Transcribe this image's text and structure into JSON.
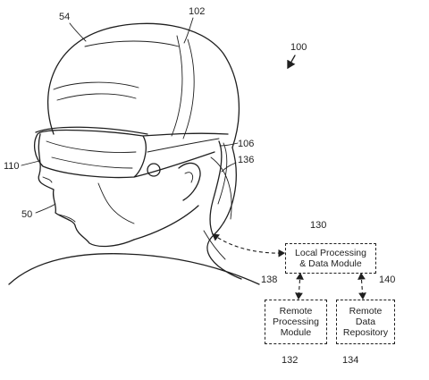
{
  "figure": {
    "reference_numerals": {
      "n54": "54",
      "n102": "102",
      "n100": "100",
      "n106": "106",
      "n136": "136",
      "n110": "110",
      "n50": "50",
      "n130": "130",
      "n138": "138",
      "n140": "140",
      "n132": "132",
      "n134": "134"
    },
    "boxes": {
      "local": "Local Processing\n& Data Module",
      "remote_processing": "Remote\nProcessing\nModule",
      "remote_repository": "Remote\nData\nRepository"
    }
  }
}
